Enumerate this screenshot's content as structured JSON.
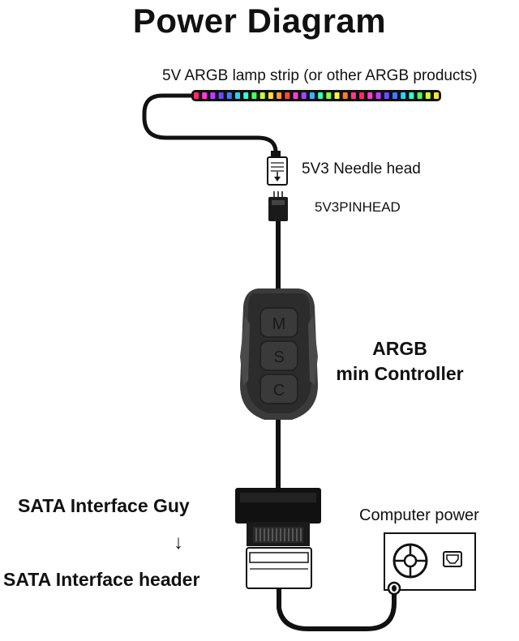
{
  "title": "Power Diagram",
  "labels": {
    "strip": "5V ARGB lamp strip (or other ARGB products)",
    "needle_head": "5V3 Needle head",
    "pin_head": "5V3PINHEAD",
    "controller_line1": "ARGB",
    "controller_line2": "min Controller",
    "sata_guy": "SATA Interface Guy",
    "sata_arrow": "↓",
    "sata_header": "SATA Interface header",
    "computer_power": "Computer power"
  },
  "controller_buttons": [
    "M",
    "S",
    "C"
  ],
  "strip_colors": [
    "#ff2a6a",
    "#ff3fd0",
    "#c03cff",
    "#6a4cff",
    "#3f7bff",
    "#2fd0ff",
    "#37ffc8",
    "#4cff6a",
    "#c8ff3c",
    "#ffe23a",
    "#ff9a3a",
    "#ff4a3a",
    "#ff3fd0",
    "#9a4cff",
    "#3fb0ff",
    "#3fffb0",
    "#8cff3a",
    "#fff23a",
    "#ff7a3a",
    "#ff3a8c"
  ],
  "colors": {
    "cable": "#111111",
    "controller_body": "#3a3a3a",
    "controller_dark": "#2a2a2a"
  }
}
